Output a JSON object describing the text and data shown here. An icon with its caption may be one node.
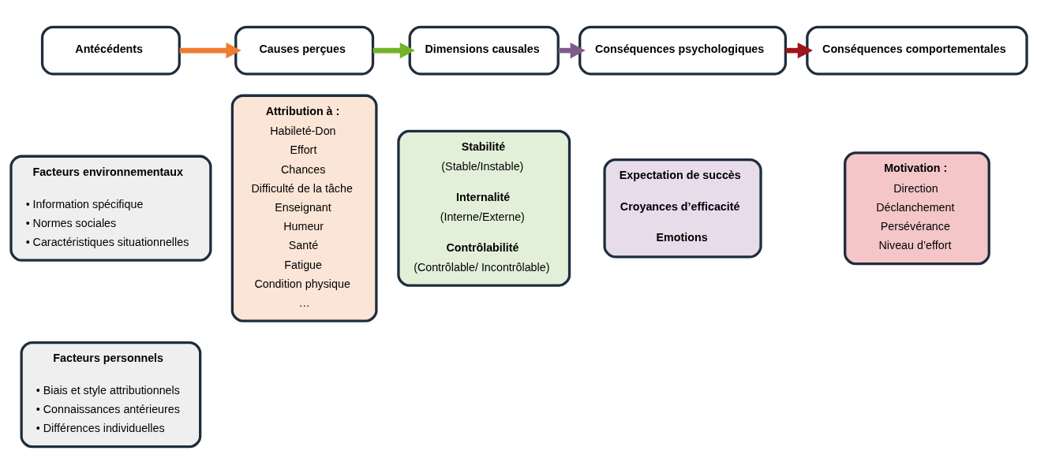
{
  "diagram": {
    "nodes": [
      {
        "text": [
          "Antécédents"
        ]
      },
      {
        "text": [
          "Causes perçues"
        ]
      },
      {
        "text": [
          "Dimensions causales"
        ]
      },
      {
        "text": [
          "Conséquences psychologiques"
        ]
      },
      {
        "text": [
          "Conséquences comportementales"
        ]
      },
      {
        "text": [
          "Facteurs environnementaux",
          "• Information spécifique",
          "• Normes sociales",
          "• Caractéristiques situationnelles"
        ]
      },
      {
        "text": [
          "Facteurs personnels",
          "• Biais et style attributionnels",
          "• Connaissances antérieures",
          "• Différences individuelles"
        ]
      },
      {
        "text": [
          "Attribution à :",
          "Habileté-Don",
          "Effort",
          "Chances",
          "Difficulté de la tâche",
          "Enseignant",
          "Humeur",
          "Santé",
          "Fatigue",
          "Condition physique",
          "…"
        ]
      },
      {
        "text": [
          "Stabilité",
          "(Stable/Instable)",
          "Internalité",
          "(Interne/Externe)",
          "Contrôlabilité",
          "(Contrôlable/ Incontrôlable)"
        ]
      },
      {
        "text": [
          "Expectation de succès",
          "Croyances d’efficacité",
          "Emotions"
        ]
      },
      {
        "text": [
          "Motivation :",
          "Direction",
          "Déclanchement",
          "Persévérance",
          "Niveau d’effort"
        ]
      }
    ],
    "edges": [
      {
        "from": 0,
        "to": 1,
        "arrow": "to",
        "color": "#ed7d31"
      },
      {
        "from": 1,
        "to": 2,
        "arrow": "to",
        "color": "#72b32a"
      },
      {
        "from": 2,
        "to": 3,
        "arrow": "to",
        "color": "#7e5b8c"
      },
      {
        "from": 3,
        "to": 4,
        "arrow": "to",
        "color": "#a0141c"
      }
    ]
  }
}
